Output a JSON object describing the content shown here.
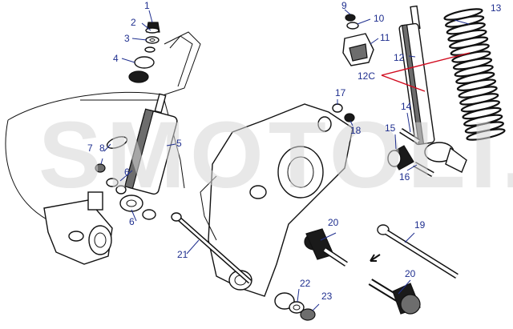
{
  "watermark": {
    "text": "SMOTOLI.IT"
  },
  "callouts": {
    "n1": "1",
    "n2": "2",
    "n3": "3",
    "n4": "4",
    "n5": "5",
    "n6a": "6",
    "n6b": "6",
    "n7": "7",
    "n8": "8",
    "n9": "9",
    "n10": "10",
    "n11": "11",
    "n12": "12",
    "n12c": "12C",
    "n13": "13",
    "n14": "14",
    "n15": "15",
    "n16": "16",
    "n17": "17",
    "n18": "18",
    "n19": "19",
    "n20a": "20",
    "n20b": "20",
    "n21": "21",
    "n22": "22",
    "n23": "23"
  },
  "colors": {
    "callout": "#1f2f8f",
    "highlight": "#d10a1e",
    "watermark": "#d6d6d6"
  }
}
